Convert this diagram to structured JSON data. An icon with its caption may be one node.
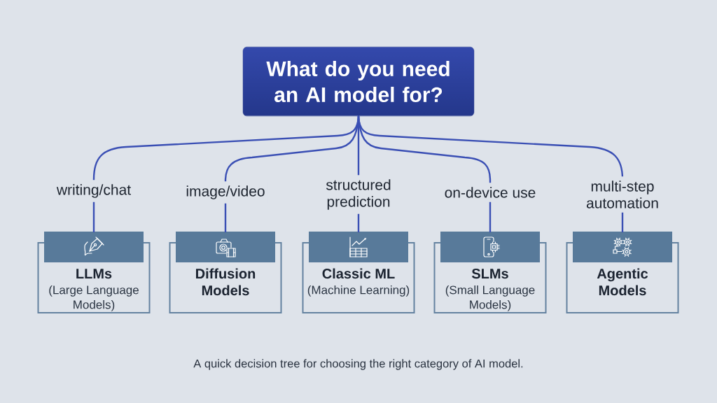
{
  "diagram": {
    "nodes": [
      {
        "text": [
          "What do you need an AI model for?"
        ]
      },
      {
        "text": [
          "LLMs",
          "(Large Language Models)"
        ]
      },
      {
        "text": [
          "Diffusion Models"
        ]
      },
      {
        "text": [
          "Classic ML",
          "(Machine Learning)"
        ]
      },
      {
        "text": [
          "SLMs",
          "(Small Language Models)"
        ]
      },
      {
        "text": [
          "Agentic Models"
        ]
      }
    ],
    "edges": [
      {
        "from": 0,
        "to": 1,
        "arrow": "none",
        "label": "writing/chat"
      },
      {
        "from": 0,
        "to": 2,
        "arrow": "none",
        "label": "image/video"
      },
      {
        "from": 0,
        "to": 3,
        "arrow": "none",
        "label": "structured prediction"
      },
      {
        "from": 0,
        "to": 4,
        "arrow": "none",
        "label": "on-device use"
      },
      {
        "from": 0,
        "to": 5,
        "arrow": "none",
        "label": "multi-step automation"
      }
    ],
    "caption": "A quick decision tree for choosing the right category of AI model."
  }
}
